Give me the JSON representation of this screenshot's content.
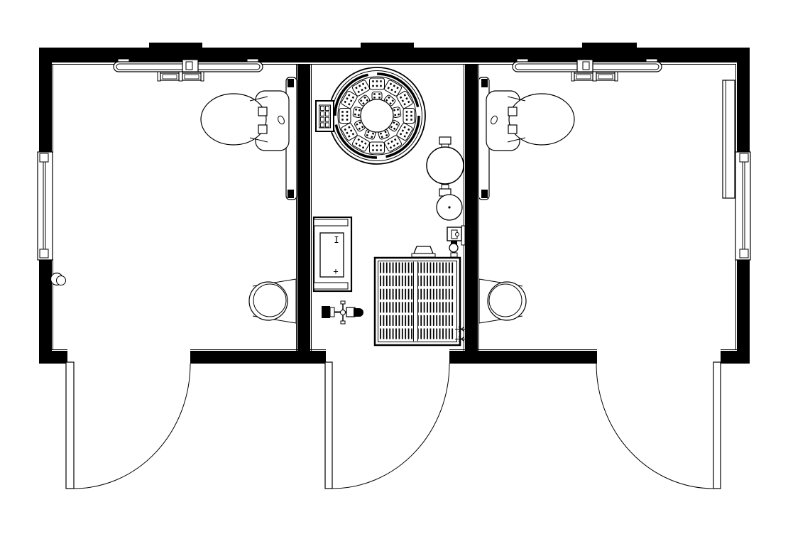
{
  "colors": {
    "line": "#000000",
    "background": "#ffffff",
    "wall_fill": "#000000"
  },
  "wall_cabinet": {
    "top_symbol": "I",
    "bottom_symbol": "+"
  },
  "doors": {
    "count": 3,
    "swing": "outward-quarter-arc"
  },
  "windows": {
    "count": 2
  },
  "circular_spa": {
    "outer_tile_count": 12,
    "inner_tile_count": 9
  },
  "floor_grate": {
    "row_count": 6
  },
  "rooms": [
    {
      "name": "left-washroom",
      "fixtures": [
        "wall-radiator",
        "toilet",
        "washbasin",
        "window",
        "door-stop",
        "swing-door"
      ]
    },
    {
      "name": "center-utility-room",
      "fixtures": [
        "circular-spa",
        "spa-control-panel",
        "water-tank",
        "water-heater",
        "circulation-pump",
        "wall-cabinet",
        "faucet-valve",
        "floor-grate",
        "step",
        "swing-door"
      ]
    },
    {
      "name": "right-washroom",
      "fixtures": [
        "wall-radiator",
        "toilet",
        "washbasin",
        "window",
        "wall-panel",
        "swing-door"
      ]
    }
  ]
}
